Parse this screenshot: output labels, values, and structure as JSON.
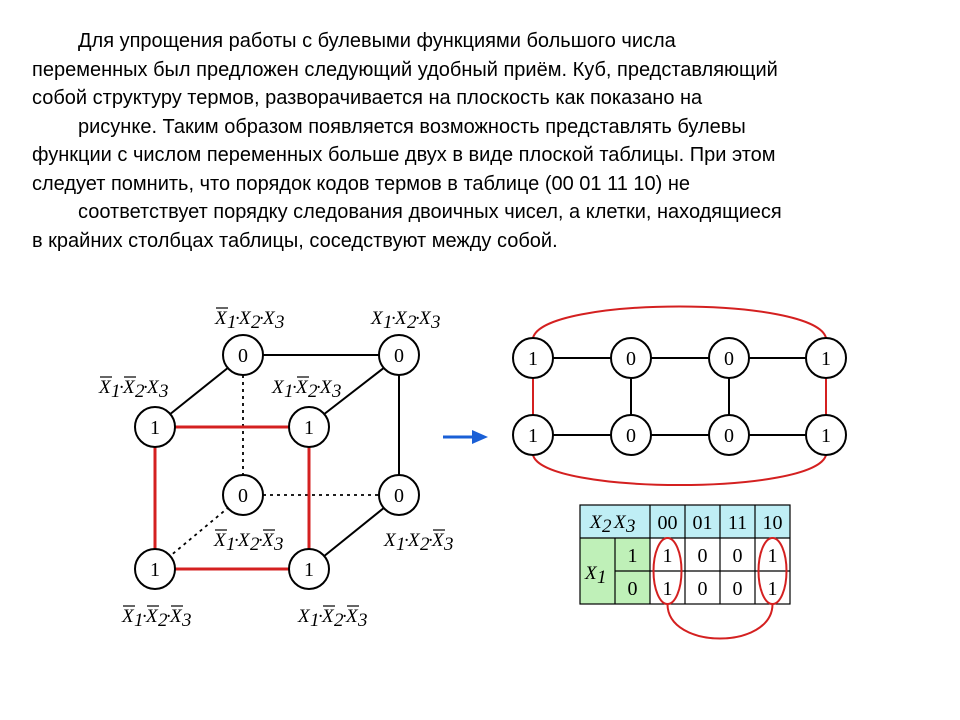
{
  "text": {
    "lines": [
      "Для упрощения работы с булевыми функциями большого числа",
      "переменных был предложен следующий удобный приём. Куб, представляющий",
      "собой структуру термов, разворачивается на плоскость как показано на",
      "рисунке. Таким образом появляется возможность представлять булевы",
      "функции с числом переменных больше двух в виде плоской таблицы. При этом",
      "следует помнить, что порядок кодов термов в таблице (00 01 11 10) не",
      "соответствует порядку следования двоичных чисел, а клетки, находящиеся",
      "в крайних столбцах таблицы, соседствуют между собой."
    ]
  },
  "cube": {
    "nodes": {
      "back_top_left": "0",
      "back_top_right": "0",
      "front_top_left": "1",
      "front_top_right": "1",
      "back_bottom_left": "0",
      "back_bottom_right": "0",
      "front_bottom_left": "1",
      "front_bottom_right": "1"
    },
    "labels": {
      "back_top_left": [
        {
          "v": "X",
          "s": "1",
          "bar": true
        },
        {
          "v": "X",
          "s": "2",
          "bar": false
        },
        {
          "v": "X",
          "s": "3",
          "bar": false
        }
      ],
      "back_top_right": [
        {
          "v": "X",
          "s": "1",
          "bar": false
        },
        {
          "v": "X",
          "s": "2",
          "bar": false
        },
        {
          "v": "X",
          "s": "3",
          "bar": false
        }
      ],
      "front_top_left": [
        {
          "v": "X",
          "s": "1",
          "bar": true
        },
        {
          "v": "X",
          "s": "2",
          "bar": true
        },
        {
          "v": "X",
          "s": "3",
          "bar": false
        }
      ],
      "front_top_right": [
        {
          "v": "X",
          "s": "1",
          "bar": false
        },
        {
          "v": "X",
          "s": "2",
          "bar": true
        },
        {
          "v": "X",
          "s": "3",
          "bar": false
        }
      ],
      "back_bottom_left": [
        {
          "v": "X",
          "s": "1",
          "bar": true
        },
        {
          "v": "X",
          "s": "2",
          "bar": false
        },
        {
          "v": "X",
          "s": "3",
          "bar": true
        }
      ],
      "back_bottom_right": [
        {
          "v": "X",
          "s": "1",
          "bar": false
        },
        {
          "v": "X",
          "s": "2",
          "bar": false
        },
        {
          "v": "X",
          "s": "3",
          "bar": true
        }
      ],
      "front_bottom_left": [
        {
          "v": "X",
          "s": "1",
          "bar": true
        },
        {
          "v": "X",
          "s": "2",
          "bar": true
        },
        {
          "v": "X",
          "s": "3",
          "bar": true
        }
      ],
      "front_bottom_right": [
        {
          "v": "X",
          "s": "1",
          "bar": false
        },
        {
          "v": "X",
          "s": "2",
          "bar": true
        },
        {
          "v": "X",
          "s": "3",
          "bar": true
        }
      ]
    }
  },
  "unfolded": {
    "top_row": [
      "1",
      "0",
      "0",
      "1"
    ],
    "bottom_row": [
      "1",
      "0",
      "0",
      "1"
    ]
  },
  "table": {
    "header_var": [
      {
        "v": "X",
        "s": "2"
      },
      {
        "v": "X",
        "s": "3"
      }
    ],
    "columns": [
      "00",
      "01",
      "11",
      "10"
    ],
    "row_var": {
      "v": "X",
      "s": "1"
    },
    "rows": [
      {
        "key": "1",
        "cells": [
          "1",
          "0",
          "0",
          "1"
        ]
      },
      {
        "key": "0",
        "cells": [
          "1",
          "0",
          "0",
          "1"
        ]
      }
    ]
  },
  "colors": {
    "red": "#d42020",
    "blue_arrow": "#1a5fd6",
    "header_bg": "#bfeef5",
    "row_bg": "#bff0b8",
    "line": "#000000"
  }
}
